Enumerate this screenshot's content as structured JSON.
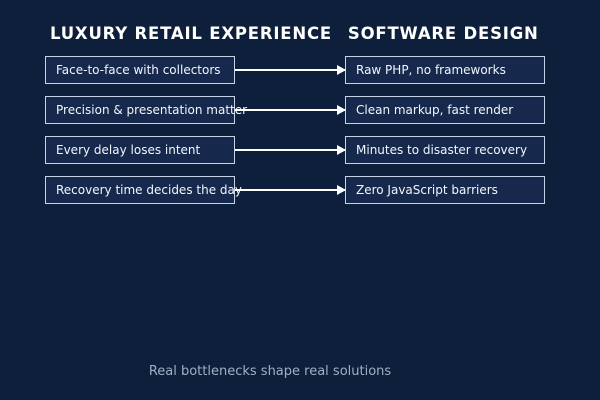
{
  "colors": {
    "background": "#0e1f3c",
    "box_fill": "#16294d",
    "box_border": "#c3d2e4",
    "header_text": "#ffffff",
    "box_text": "#f2f6fb",
    "arrow": "#ffffff",
    "footer_text": "#9fb0c5"
  },
  "headers": {
    "left": "LUXURY RETAIL EXPERIENCE",
    "right": "SOFTWARE DESIGN"
  },
  "rows": [
    {
      "left": "Face-to-face with collectors",
      "right": "Raw PHP, no frameworks"
    },
    {
      "left": "Precision & presentation matter",
      "right": "Clean markup, fast render"
    },
    {
      "left": "Every delay loses intent",
      "right": "Minutes to disaster recovery"
    },
    {
      "left": "Recovery time decides the day",
      "right": "Zero JavaScript barriers"
    }
  ],
  "footer": {
    "caption": "Real bottlenecks shape real solutions"
  }
}
